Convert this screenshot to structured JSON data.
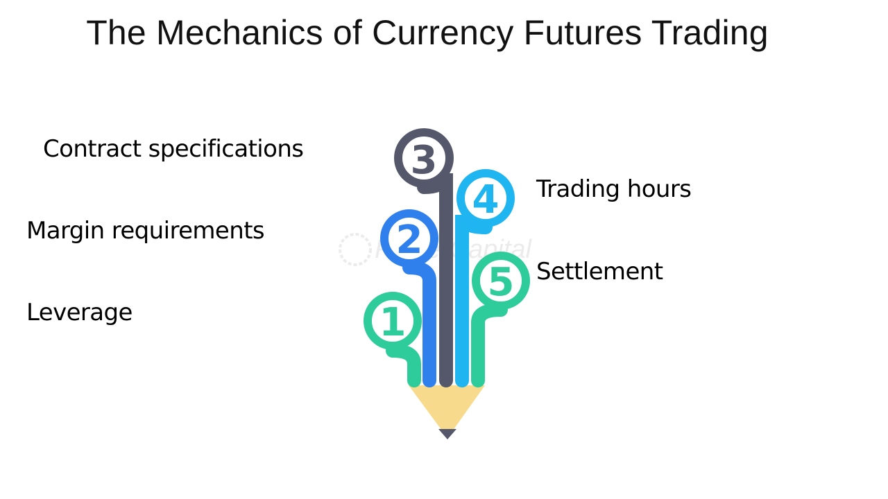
{
  "title": "The Mechanics of Currency Futures Trading",
  "steps": [
    {
      "number": "1",
      "label": "Leverage",
      "color": "#2ECC9A"
    },
    {
      "number": "2",
      "label": "Margin requirements",
      "color": "#2F80ED"
    },
    {
      "number": "3",
      "label": "Contract specifications",
      "color": "#55586A"
    },
    {
      "number": "4",
      "label": "Trading hours",
      "color": "#1EB5F0"
    },
    {
      "number": "5",
      "label": "Settlement",
      "color": "#2ECC9A"
    }
  ],
  "watermark": "FasterCapital",
  "colors": {
    "pencil_tip": "#F7DA8C",
    "pencil_lead": "#55586A"
  }
}
